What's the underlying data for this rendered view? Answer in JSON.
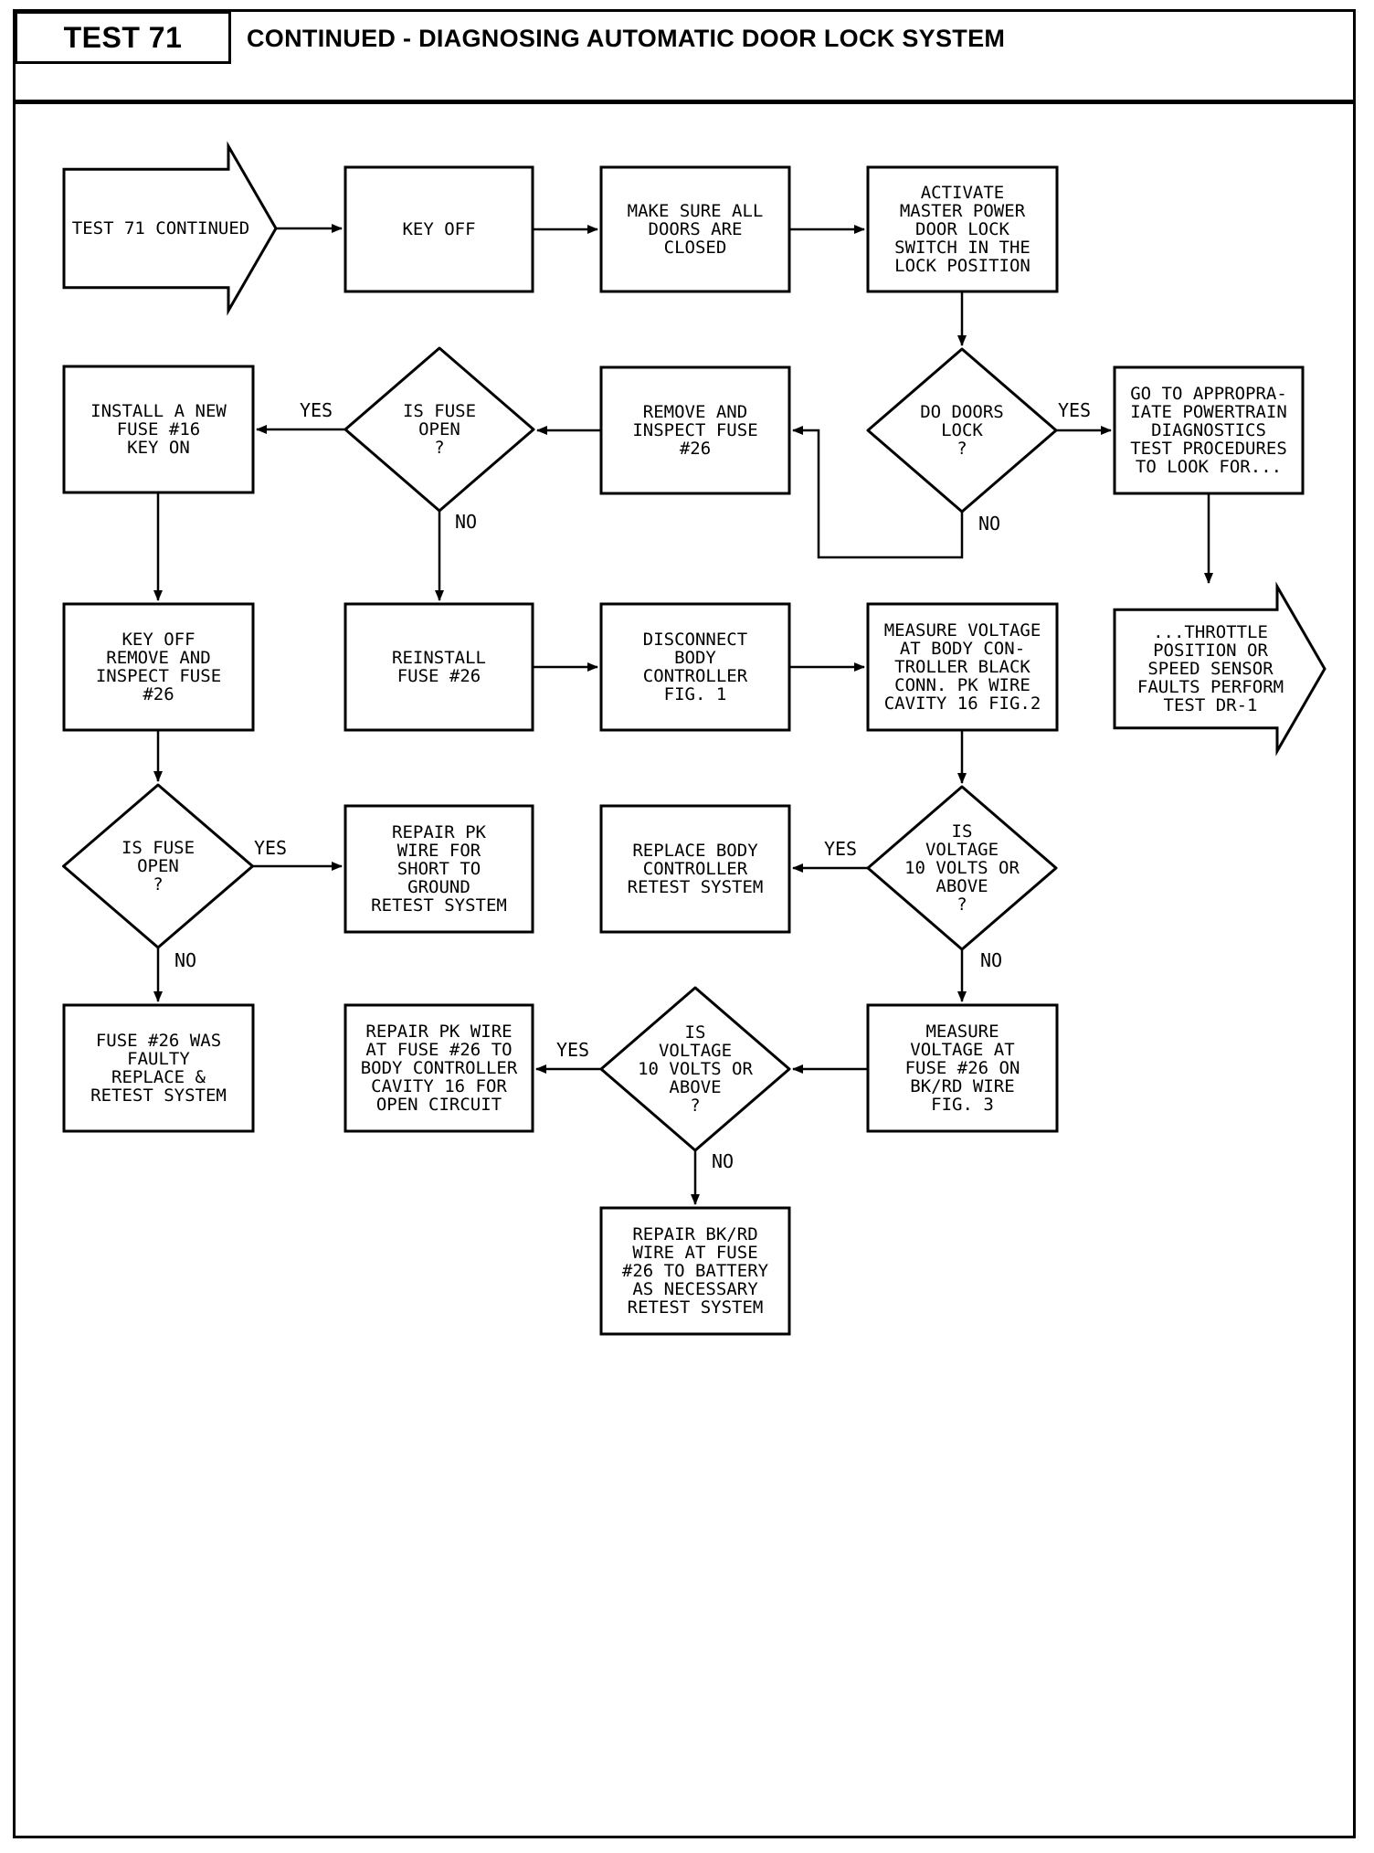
{
  "header": {
    "test_number": "TEST 71",
    "title": "CONTINUED - DIAGNOSING AUTOMATIC DOOR LOCK SYSTEM"
  },
  "nodes": {
    "start": {
      "lines": [
        "TEST 71 CONTINUED"
      ]
    },
    "key_off": {
      "lines": [
        "KEY OFF"
      ]
    },
    "doors_closed": {
      "lines": [
        "MAKE SURE ALL",
        "DOORS ARE",
        "CLOSED"
      ]
    },
    "activate": {
      "lines": [
        "ACTIVATE",
        "MASTER POWER",
        "DOOR LOCK",
        "SWITCH IN THE",
        "LOCK POSITION"
      ]
    },
    "do_doors_lock": {
      "lines": [
        "DO DOORS",
        "LOCK",
        "?"
      ]
    },
    "goto_powertrain": {
      "lines": [
        "GO TO APPROPRA-",
        "IATE POWERTRAIN",
        "DIAGNOSTICS",
        "TEST PROCEDURES",
        "TO LOOK FOR..."
      ]
    },
    "throttle": {
      "lines": [
        "...THROTTLE",
        "POSITION OR",
        "SPEED SENSOR",
        "FAULTS PERFORM",
        "TEST DR-1"
      ]
    },
    "remove_inspect": {
      "lines": [
        "REMOVE AND",
        "INSPECT FUSE",
        "#26"
      ]
    },
    "is_fuse_open_1": {
      "lines": [
        "IS FUSE",
        "OPEN",
        "?"
      ]
    },
    "install_new": {
      "lines": [
        "INSTALL A NEW",
        "FUSE #16",
        "KEY ON"
      ]
    },
    "reinstall": {
      "lines": [
        "REINSTALL",
        "FUSE #26"
      ]
    },
    "disconnect": {
      "lines": [
        "DISCONNECT",
        "BODY",
        "CONTROLLER",
        "FIG. 1"
      ]
    },
    "measure_1": {
      "lines": [
        "MEASURE VOLTAGE",
        "AT BODY CON-",
        "TROLLER BLACK",
        "CONN. PK WIRE",
        "CAVITY 16 FIG.2"
      ]
    },
    "key_off_remove": {
      "lines": [
        "KEY OFF",
        "REMOVE AND",
        "INSPECT FUSE",
        "#26"
      ]
    },
    "is_fuse_open_2": {
      "lines": [
        "IS FUSE",
        "OPEN",
        "?"
      ]
    },
    "repair_short": {
      "lines": [
        "REPAIR PK",
        "WIRE FOR",
        "SHORT TO",
        "GROUND",
        "RETEST SYSTEM"
      ]
    },
    "replace_body": {
      "lines": [
        "REPLACE BODY",
        "CONTROLLER",
        "RETEST SYSTEM"
      ]
    },
    "is_voltage_1": {
      "lines": [
        "IS",
        "VOLTAGE",
        "10 VOLTS OR",
        "ABOVE",
        "?"
      ]
    },
    "fuse_faulty": {
      "lines": [
        "FUSE #26 WAS",
        "FAULTY",
        "REPLACE &",
        "RETEST SYSTEM"
      ]
    },
    "repair_open": {
      "lines": [
        "REPAIR PK WIRE",
        "AT FUSE #26 TO",
        "BODY CONTROLLER",
        "CAVITY 16 FOR",
        "OPEN CIRCUIT"
      ]
    },
    "is_voltage_2": {
      "lines": [
        "IS",
        "VOLTAGE",
        "10 VOLTS OR",
        "ABOVE",
        "?"
      ]
    },
    "measure_2": {
      "lines": [
        "MEASURE",
        "VOLTAGE AT",
        "FUSE #26 ON",
        "BK/RD WIRE",
        "FIG. 3"
      ]
    },
    "repair_bkrd": {
      "lines": [
        "REPAIR BK/RD",
        "WIRE AT FUSE",
        "#26 TO BATTERY",
        "AS NECESSARY",
        "RETEST SYSTEM"
      ]
    }
  },
  "edge_labels": {
    "yes": "YES",
    "no": "NO"
  }
}
